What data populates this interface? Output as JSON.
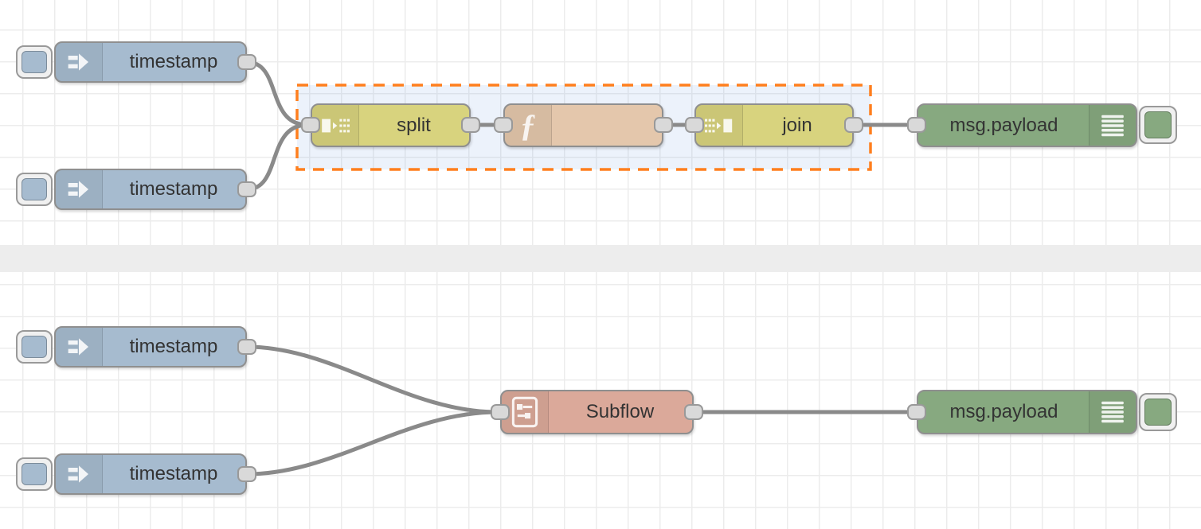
{
  "app": "node-red-flow-editor",
  "canvas": {
    "grid_size": 40,
    "colors": {
      "background": "#ffffff",
      "grid-line": "#ececec",
      "divider-band": "#ededed",
      "node-border": "#8f8f8f",
      "node-label": "#333333",
      "wire": "#8a8a8a",
      "port-fill": "#d9d9d9",
      "port-border": "#999999",
      "inject": "#a6bbcf",
      "split-join": "#d8d37e",
      "function": "#e4c7ac",
      "debug": "#87a980",
      "subflow": "#dba99a",
      "selection-fill": "rgba(70,130,220,0.10)",
      "selection-border": "#ff7f1e",
      "button-face": "#f0f0f0"
    }
  },
  "nodes": {
    "top_inject_a": {
      "type": "inject",
      "label": "timestamp",
      "icon": "inject-arrow-icon"
    },
    "top_inject_b": {
      "type": "inject",
      "label": "timestamp",
      "icon": "inject-arrow-icon"
    },
    "top_split": {
      "type": "split",
      "label": "split",
      "icon": "split-icon"
    },
    "top_function": {
      "type": "function",
      "label": "",
      "icon": "function-f-icon"
    },
    "top_join": {
      "type": "join",
      "label": "join",
      "icon": "join-icon"
    },
    "top_debug": {
      "type": "debug",
      "label": "msg.payload",
      "icon": "debug-list-icon"
    },
    "bottom_inject_a": {
      "type": "inject",
      "label": "timestamp",
      "icon": "inject-arrow-icon"
    },
    "bottom_inject_b": {
      "type": "inject",
      "label": "timestamp",
      "icon": "inject-arrow-icon"
    },
    "bottom_subflow": {
      "type": "subflow",
      "label": "Subflow",
      "icon": "subflow-icon"
    },
    "bottom_debug": {
      "type": "debug",
      "label": "msg.payload",
      "icon": "debug-list-icon"
    }
  },
  "selection": {
    "contains": [
      "top_split",
      "top_function",
      "top_join"
    ]
  },
  "connections": [
    {
      "from": "top_inject_a",
      "to": "top_split"
    },
    {
      "from": "top_inject_b",
      "to": "top_split"
    },
    {
      "from": "top_split",
      "to": "top_function"
    },
    {
      "from": "top_function",
      "to": "top_join"
    },
    {
      "from": "top_join",
      "to": "top_debug"
    },
    {
      "from": "bottom_inject_a",
      "to": "bottom_subflow"
    },
    {
      "from": "bottom_inject_b",
      "to": "bottom_subflow"
    },
    {
      "from": "bottom_subflow",
      "to": "bottom_debug"
    }
  ]
}
